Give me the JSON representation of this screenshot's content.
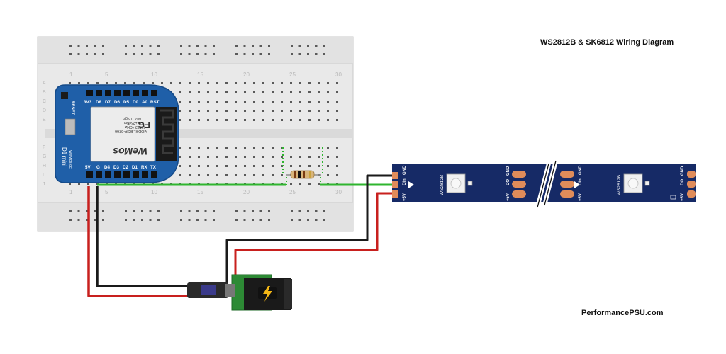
{
  "diagram": {
    "title": "WS2812B & SK6812 Wiring Diagram",
    "watermark": "PerformancePSU.com"
  },
  "breadboard": {
    "column_numbers": [
      "1",
      "5",
      "10",
      "15",
      "20",
      "25",
      "30"
    ],
    "row_letters_top": [
      "A",
      "B",
      "C",
      "D",
      "E"
    ],
    "row_letters_bottom": [
      "F",
      "G",
      "H",
      "I",
      "J"
    ]
  },
  "d1mini": {
    "top_pins": [
      "3V3",
      "D8",
      "D7",
      "D6",
      "D5",
      "D0",
      "A0",
      "RST"
    ],
    "bottom_pins": [
      "5V",
      "G",
      "D4",
      "D3",
      "D2",
      "D1",
      "RX",
      "TX"
    ],
    "reset_label": "RESET",
    "board_label": "D1 mini",
    "maker_label": "WeMos.cc",
    "module_brand": "WeMos",
    "module_text": [
      "MODEL ESP-8266",
      "ISM 2.4GHz",
      "PA +25dBm",
      "802.11b/g/n"
    ],
    "fcc_mark": "FC"
  },
  "led_strip": {
    "chip_label": "WS2812B",
    "pad_in_labels": [
      "+5V",
      "Din",
      "GND"
    ],
    "pad_out_labels": [
      "+5V",
      "DO",
      "GND"
    ]
  },
  "colors": {
    "wire_red": "#c8201e",
    "wire_black": "#1a1a1a",
    "wire_green": "#2fb52f",
    "board_blue": "#1f5fa8",
    "strip_navy": "#162a66",
    "pad_copper": "#e08c5a",
    "breadboard": "#e9e9e9"
  }
}
